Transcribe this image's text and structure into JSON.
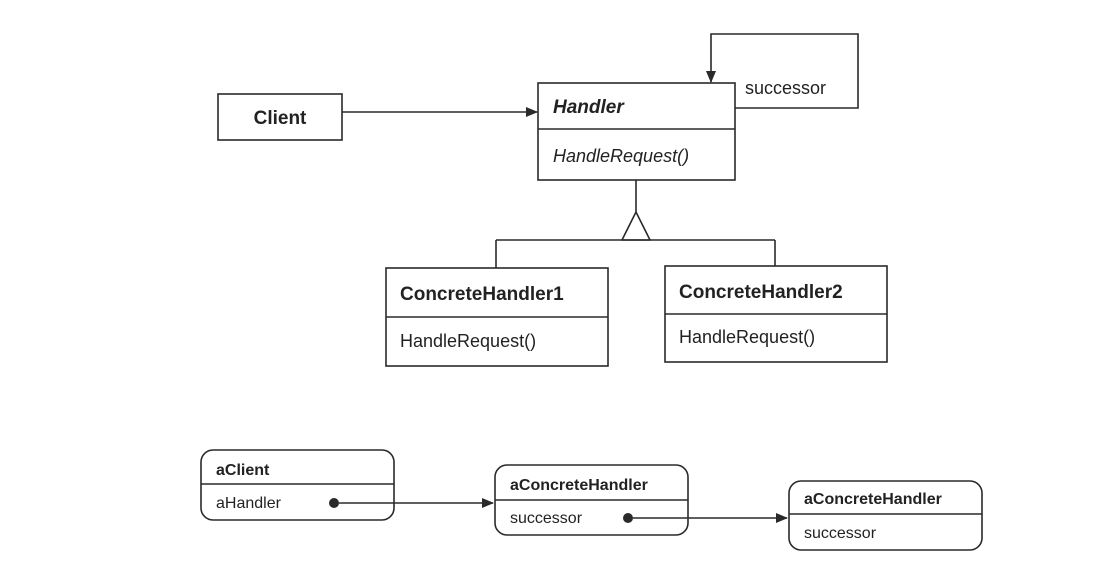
{
  "class_diagram": {
    "client": {
      "name": "Client"
    },
    "handler": {
      "name": "Handler",
      "operation": "HandleRequest()"
    },
    "successor_label": "successor",
    "concrete1": {
      "name": "ConcreteHandler1",
      "operation": "HandleRequest()"
    },
    "concrete2": {
      "name": "ConcreteHandler2",
      "operation": "HandleRequest()"
    }
  },
  "object_diagram": {
    "aclient": {
      "name": "aClient",
      "field": "aHandler"
    },
    "handler_a": {
      "name": "aConcreteHandler",
      "field": "successor"
    },
    "handler_b": {
      "name": "aConcreteHandler",
      "field": "successor"
    }
  },
  "colors": {
    "stroke": "#2a2a2a",
    "text": "#222222",
    "background": "#ffffff"
  }
}
